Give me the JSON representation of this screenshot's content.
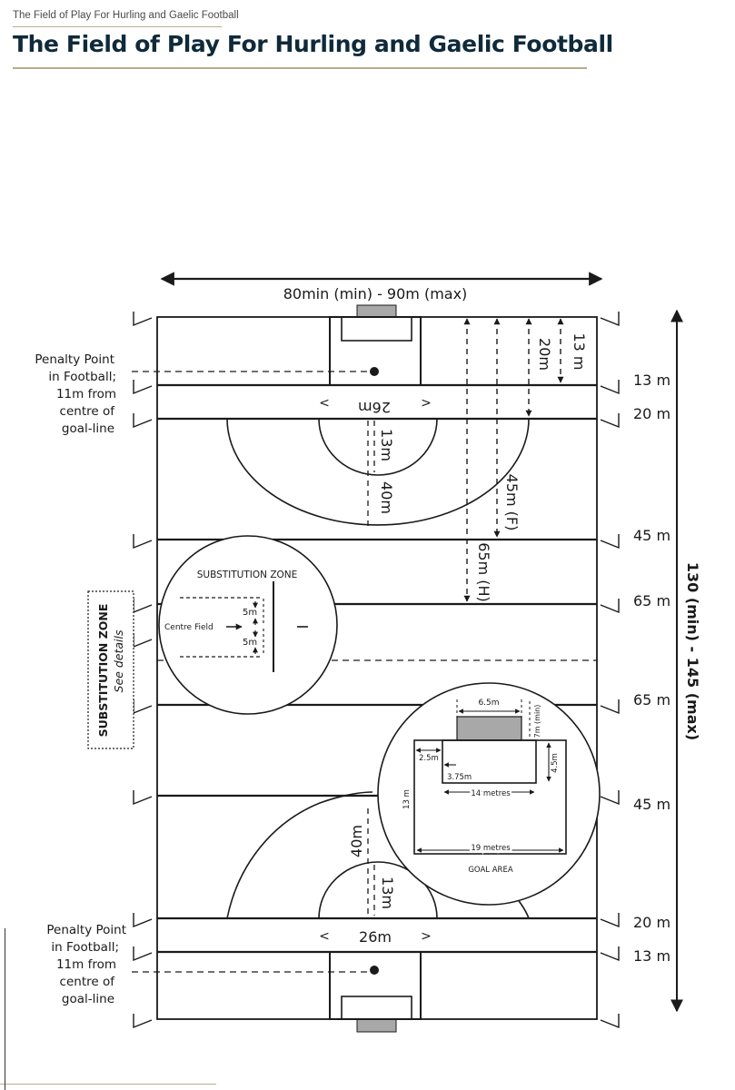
{
  "header": {
    "breadcrumb": "The Field of Play For Hurling and Gaelic Football",
    "title": "The Field of Play For Hurling and Gaelic Football"
  },
  "diagram": {
    "width_label": "80min (min) - 90m (max)",
    "length_label": "130 (min) - 145 (max)",
    "right_labels": {
      "top_13": "13 m",
      "top_20": "20 m",
      "top_45": "45 m",
      "top_65": "65 m",
      "bottom_65": "65 m",
      "bottom_45": "45 m",
      "bottom_20": "20 m",
      "bottom_13": "13 m"
    },
    "penalty_note_top": [
      "Penalty Point",
      "in Football;",
      "11m from",
      "centre of",
      "goal-line"
    ],
    "penalty_note_bottom": [
      "Penalty Point",
      "in Football;",
      "11m from",
      "centre of",
      "goal-line"
    ],
    "inner_labels": {
      "top_26": "26m",
      "bottom_26": "26m",
      "top_13_arc": "13m",
      "top_40_arc": "40m",
      "bottom_13_arc": "13m",
      "bottom_40_arc": "40m",
      "dist_13": "13 m",
      "dist_20": "20m",
      "dist_45f": "45m (F)",
      "dist_65h": "65m (H)"
    },
    "substitution_inset": {
      "title": "SUBSTITUTION ZONE",
      "upper_5m": "5m",
      "lower_5m": "5m",
      "centre_field": "Centre Field"
    },
    "substitution_side": {
      "label": "SUBSTITUTION ZONE",
      "note": "See details"
    },
    "goal_area_inset": {
      "w_65": "6.5m",
      "min_7": "7m (min)",
      "w_25": "2.5m",
      "w_375": "3.75m",
      "h_45": "4.5m",
      "h_13": "13 m",
      "w_14": "14 metres",
      "w_19": "19 metres",
      "title": "GOAL AREA"
    }
  }
}
